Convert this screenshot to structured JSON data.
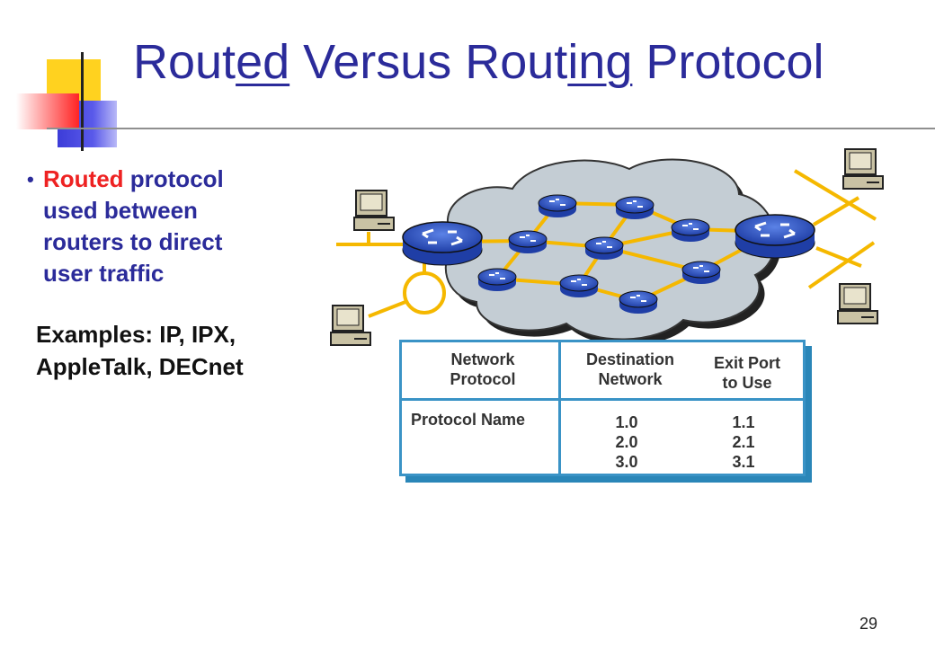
{
  "slide": {
    "title_parts": [
      "Rout",
      "ed",
      " Versus Rout",
      "ing",
      " Protocol"
    ],
    "page_number": "29"
  },
  "bullet": {
    "highlight": "Routed",
    "rest_line1": " protocol",
    "line2": "used between",
    "line3": "routers to direct",
    "line4": "user traffic"
  },
  "examples": {
    "line1": "Examples: IP, IPX,",
    "line2": "AppleTalk, DECnet"
  },
  "routing_table": {
    "headers": [
      "Network\nProtocol",
      "Destination\nNetwork",
      "Exit Port\nto Use"
    ],
    "protocol_name": "Protocol Name",
    "destinations": [
      "1.0",
      "2.0",
      "3.0"
    ],
    "exit_ports": [
      "1.1",
      "2.1",
      "3.1"
    ]
  },
  "colors": {
    "title": "#2b2b9a",
    "routed_highlight": "#ee2222",
    "router_blue": "#2f56c9",
    "link_yellow": "#f5b800",
    "cloud_gray": "#c4cdd4",
    "table_border": "#3a93c6"
  }
}
